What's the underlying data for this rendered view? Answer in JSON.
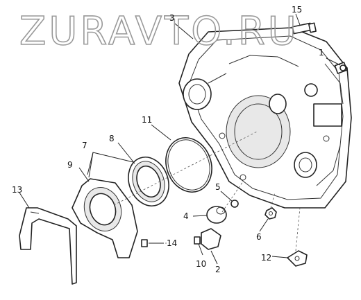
{
  "watermark": {
    "text": "ZURAVTO.RU"
  },
  "corner_mark": "",
  "callouts": [
    "1",
    "2",
    "3",
    "4",
    "5",
    "6",
    "7",
    "8",
    "9",
    "10",
    "11",
    "12",
    "13",
    "14",
    "15"
  ]
}
